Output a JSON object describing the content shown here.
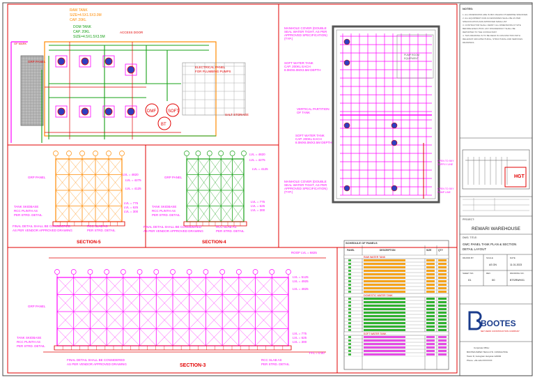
{
  "plan": {
    "raw_tank": [
      "RAW TANK",
      "SIZE=4.5X1.5X3.0M",
      "CAP. 20KL"
    ],
    "dom_tank": [
      "DOM TANK",
      "CAP. 20KL",
      "SIZE=4.5X1.5X3.5M"
    ],
    "access_door": "ACCESS DOOR",
    "electrical_panel": [
      "ELECTRICAL PANEL",
      "FOR PLUMBING PUMPS"
    ],
    "salt_storage": "SALT STORAGE",
    "dmf": "DMF",
    "soft": "SOFT",
    "bt": "BT",
    "gf_mark": "GF MARK",
    "grp_panel": "GRP PANEL"
  },
  "sections": {
    "s5_title": "SECTION-5",
    "s4_title": "SECTION-4",
    "s3_title": "SECTION-3",
    "lvl_4820": "LVL = 4820",
    "lvl_4275": "LVL = 4275",
    "lvl_4125": "LVL = 4125",
    "lvl_775": "LVL = 775",
    "lvl_625": "LVL = 625",
    "lvl_300": "LVL = 300",
    "lvl_5125": "LVL = 5125",
    "lvl_4925": "LVL = 4925",
    "lvl_4825": "LVL = 4825",
    "roof": "ROOF LVL = 6825",
    "ffl": "FFL = 0.00",
    "grp_panel": "GRP PANEL",
    "tank_skid": [
      "TANK SKIDBASE",
      "RCC PLINTH AS",
      "PER STRD. DETAIL"
    ],
    "final_detail": [
      "FINAL DETAIL SHALL BE CONSIDERED",
      "AS PER VENDOR APPROVED DRAWING"
    ],
    "rcc_slab": [
      "RCC SLAB AS",
      "PER STRD. DETAIL"
    ]
  },
  "right_plan": {
    "manhole_top": [
      "MANHOLE COVER (DOUBLE",
      "SEAL WATER TIGHT, AS PER",
      "APPROVED SPECIFICATION)",
      "(TYP.)"
    ],
    "soft_tank_1": [
      "SOFT WATER TANK",
      "CAP. 200KL EACH",
      "8.0MX6.0MX3.5M DEPTH"
    ],
    "vertical_partition": [
      "VERTICAL PARTITION",
      "OF TANK"
    ],
    "soft_tank_2": [
      "SOFT WATER TANK",
      "CAP. 200KL EACH",
      "8.0MX6.0MX3.5M DEPTH"
    ],
    "manhole_bottom": [
      "MANHOLE COVER (DOUBLE",
      "SEAL WATER TIGHT, AS PER",
      "APPROVED SPECIFICATION)",
      "(TYP.)"
    ],
    "right_note_1": [
      "OPEN TO SKY",
      "SUPPLY LINE"
    ],
    "right_note_2": [
      "OPEN TO SKY",
      "PUMP LINE"
    ],
    "small_box_label": [
      "PUMP ROOM",
      "EQUIPMENT"
    ]
  },
  "notes": {
    "heading": "NOTES:",
    "lines": [
      "1. ALL DIMENSIONS ARE IN MM UNLESS OTHERWISE SPECIFIED.",
      "2. ALL EQUIPMENT AND ACCESSORIES SHALL BE AS PER",
      "SPECIFICATION AND APPROVED MAKE LIST.",
      "3. CONTRACTOR SHALL VERIFY ALL DIMENSIONS AT SITE",
      "BEFORE EXECUTION. ANY DISCREPANCY SHALL BE",
      "REPORTED TO THE CONSULTANT.",
      "4. THIS DRAWING IS TO BE READ IN CONJUNCTION WITH",
      "RELEVANT ARCHITECTURAL, STRUCTURAL AND SERVICES",
      "DRAWINGS."
    ]
  },
  "title_block": {
    "project_label": "PROJECT:",
    "project_name": "REWARI WAREHOUSE",
    "dwg_title_label": "DWG. TITLE:",
    "dwg_title": [
      "GMC PANEL TANK PLAN & SECTION",
      "DETAIL LAYOUT"
    ],
    "hgt_label": "HGT",
    "drawn_label": "DRAWN BY",
    "drawn_value": "",
    "scale_label": "SCALE",
    "scale_value": "AS ON",
    "date_label": "DATE",
    "date_value": "11.01.2023",
    "sheet_label": "SHEET NO.",
    "sheet_value": "01",
    "rev_label": "REV",
    "rev_value": "00",
    "drawing_no_label": "DRAWING NO.",
    "drawing_no": "BTS/RWH/01",
    "company_logo_text": "BOOTES",
    "company_tagline": "NET ZERO CONSTRUCTION COMPANY",
    "company_address": [
      "Corporate Office:",
      "BOOTES IMPEX TECH LTD. CONSULTING",
      "Tower D, Gurugram Haryana 122002",
      "Phone: +91-124-XXXXXXX"
    ]
  },
  "schedule": {
    "title": "SCHEDULE OF PANELS",
    "col_headers": [
      "PANEL",
      "DESCRIPTION",
      "SIZE",
      "QTY"
    ],
    "groups": [
      {
        "name": "RAW WATER TANK",
        "rows": 10
      },
      {
        "name": "DOMESTIC WATER TANK",
        "rows": 10
      },
      {
        "name": "SOFT WATER TANK",
        "rows": 6
      }
    ]
  }
}
